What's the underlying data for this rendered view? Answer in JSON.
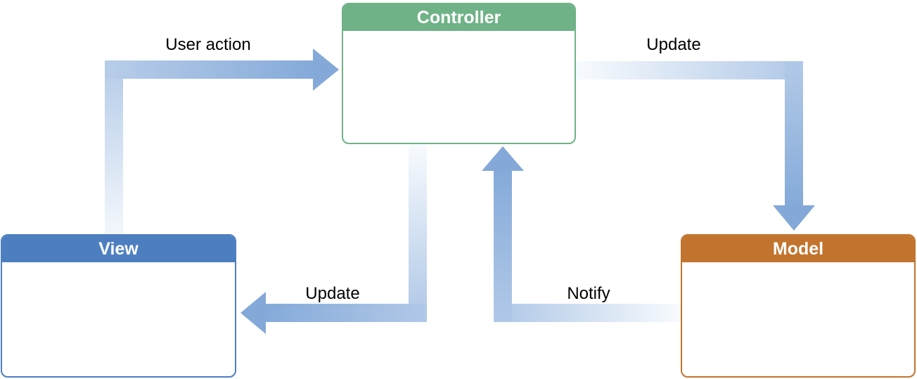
{
  "diagram": {
    "type": "flow-diagram",
    "background": "#ffffff"
  },
  "nodes": [
    {
      "id": "controller",
      "label": "Controller",
      "color": "#6fb287",
      "position": "top-center"
    },
    {
      "id": "view",
      "label": "View",
      "color": "#4d7fc0",
      "position": "bottom-left"
    },
    {
      "id": "model",
      "label": "Model",
      "color": "#c2742e",
      "position": "bottom-right"
    }
  ],
  "edges": [
    {
      "label": "User action",
      "from": "view",
      "to": "controller",
      "path": "up-then-right"
    },
    {
      "label": "Update",
      "from": "controller",
      "to": "model",
      "path": "right-then-down"
    },
    {
      "label": "Update",
      "from": "controller",
      "to": "view",
      "path": "down-then-left"
    },
    {
      "label": "Notify",
      "from": "model",
      "to": "controller",
      "path": "left-then-up"
    }
  ],
  "arrow_style": {
    "gradient_light": "#f6fafd",
    "gradient_mid": "#b2c9e8",
    "gradient_dark": "#85aad9",
    "head_color": "#84a9d8",
    "label_color": "#000000"
  }
}
